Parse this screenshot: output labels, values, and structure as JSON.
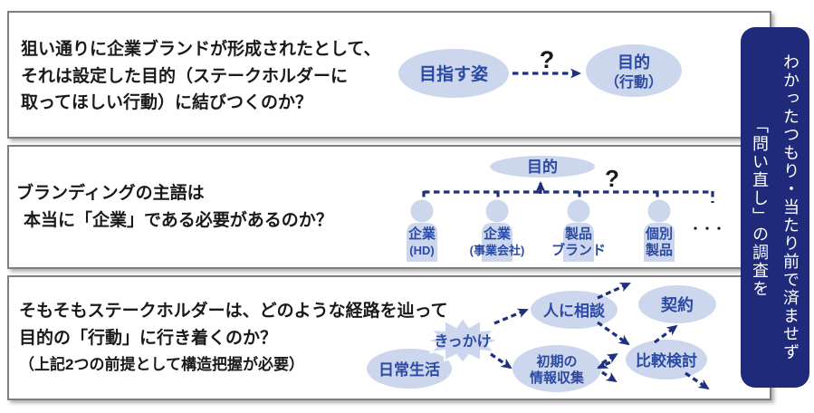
{
  "panels": [
    {
      "lines": [
        "狙い通りに企業ブランドが形成されたとして、",
        "それは設定した目的（ステークホルダーに",
        "取ってほしい行動）に結びつくのか？"
      ]
    },
    {
      "lines": [
        "ブランディングの主語は",
        "本当に「企業」である必要があるのか？"
      ]
    },
    {
      "lines": [
        "そもそもステークホルダーは、どのような経路を辿って",
        "目的の「行動」に行き着くのか？",
        "（上記2つの前提として構造把握が必要）"
      ]
    }
  ],
  "diagram1": {
    "goal_image": "目指す姿",
    "question": "?",
    "purpose_line1": "目的",
    "purpose_line2": "（行動）"
  },
  "diagram2": {
    "root": "目的",
    "question": "?",
    "leaves": [
      {
        "line1": "企業",
        "line2": "(HD)"
      },
      {
        "line1": "企業",
        "line2": "(事業会社)"
      },
      {
        "line1": "製品",
        "line2": "ブランド"
      },
      {
        "line1": "個別",
        "line2": "製品"
      }
    ],
    "ellipsis": "・・・"
  },
  "diagram3": {
    "daily_life": "日常生活",
    "trigger": "きっかけ",
    "consult": "人に相談",
    "contract": "契約",
    "initial_line1": "初期の",
    "initial_line2": "情報収集",
    "compare": "比較検討"
  },
  "banner": {
    "line1": "わかったつもり・当たり前で済ませず",
    "line2": "「問い直し」の調査を"
  },
  "colors": {
    "node_fill": "#ccd6ec",
    "node_text": "#2b4aa3",
    "arrow": "#1e2f7d",
    "banner_bg": "#1f2a7b"
  }
}
